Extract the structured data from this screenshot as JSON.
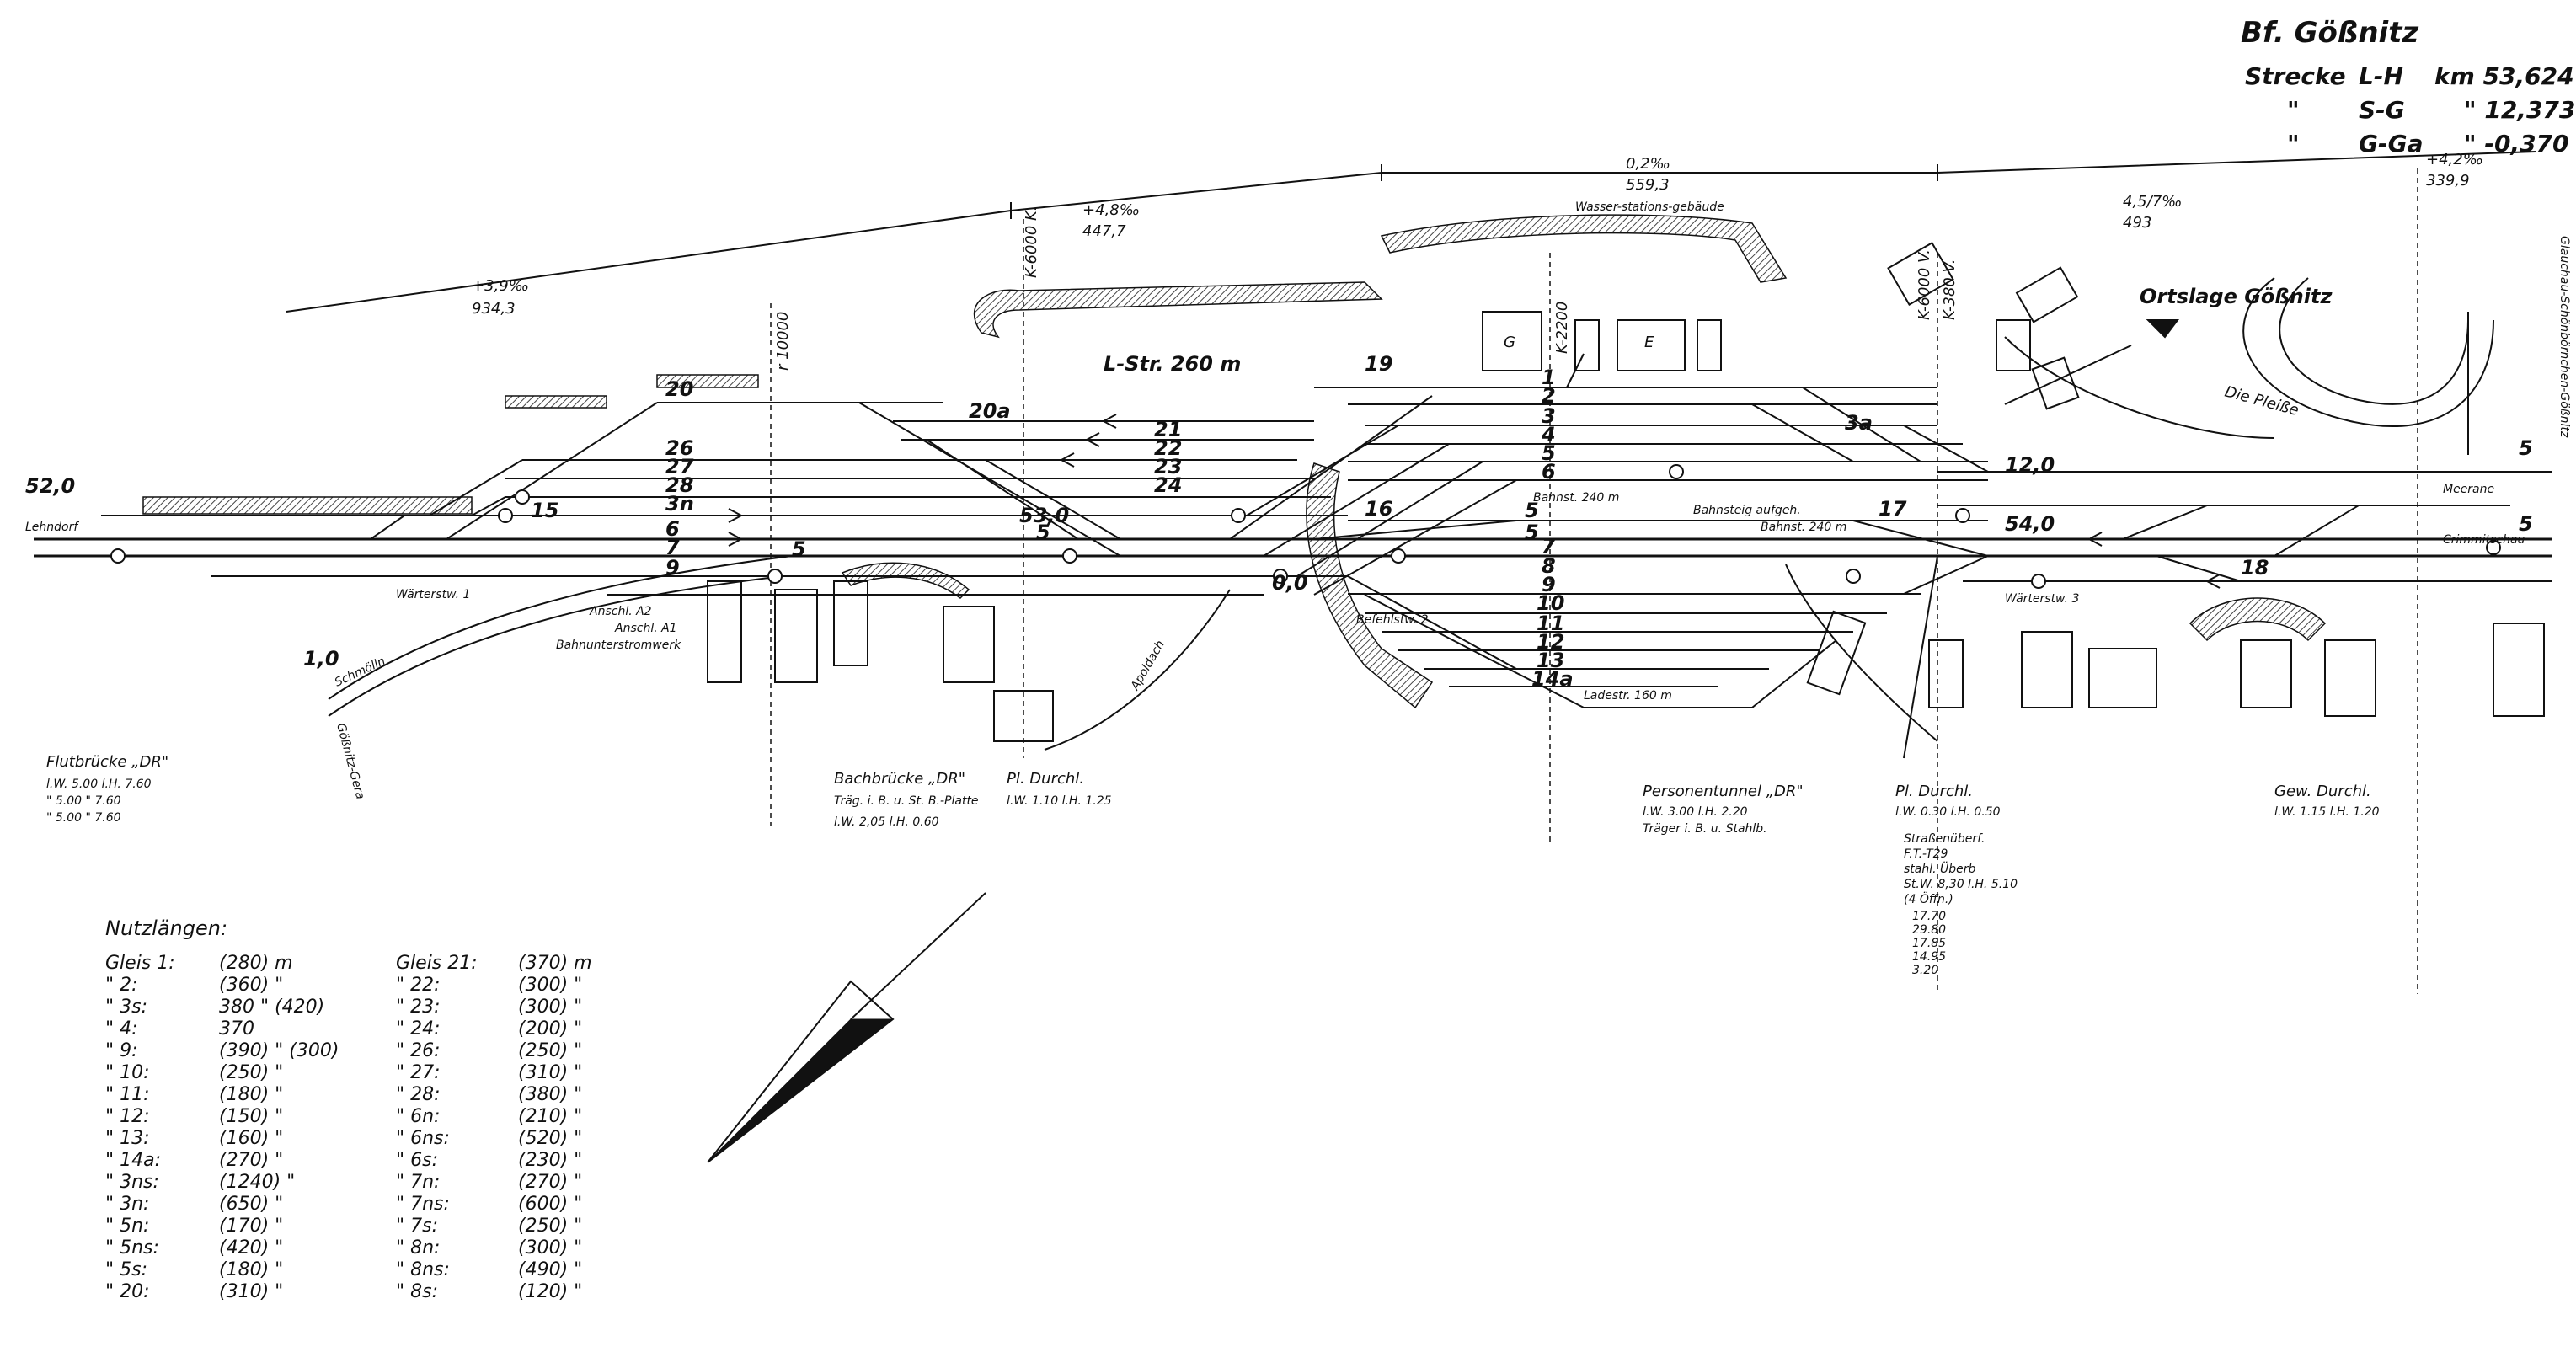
{
  "title": {
    "station": "Bf. Gößnitz",
    "lines": [
      {
        "prefix": "Strecke",
        "route": "L-H",
        "km": "km 53,624"
      },
      {
        "prefix": "\"",
        "route": "S-G",
        "km": "\" 12,373"
      },
      {
        "prefix": "\"",
        "route": "G-Ga",
        "km": "\" -0,370"
      }
    ]
  },
  "km_markers": [
    "52,0",
    "53,0",
    "54,0",
    "0,0",
    "1,0",
    "12,0",
    "5",
    "5",
    "5",
    "5",
    "5"
  ],
  "gradients": [
    {
      "value": "+3,9‰",
      "length": "934,3"
    },
    {
      "value": "+4,8‰",
      "length": "447,7"
    },
    {
      "value": "0,2‰",
      "length": "559,3"
    },
    {
      "value": "4,5/7‰",
      "length": "493"
    },
    {
      "value": "+4,2‰",
      "length": "339,9"
    }
  ],
  "curves": [
    "r 10000",
    "K-6000 K.",
    "K-2200",
    "K-6000 V.",
    "K-380 V."
  ],
  "places": {
    "town": "Ortslage Gößnitz",
    "river": "Die Pleiße",
    "dir_lehndorf": "Lehndorf",
    "dir_gera": "Gößnitz-Gera",
    "dir_crimmitschau": "Crimmitschau",
    "dir_meerane": "Meerane",
    "dir_glauchau": "Glauchau-Schönbörnchen-Gößnitz",
    "schmoelln": "Schmölln",
    "apolda": "Apoldach",
    "wasserstation": "Wasser-stations-gebäude",
    "lstr": "L-Str. 260 m",
    "ladest": "Ladestr. 160 m",
    "stellwerk1": "Wärterstw. 1",
    "stellwerk2": "Befehlstw. 2",
    "stellwerk3": "Wärterstw. 3",
    "bahnwerk": "Bahnunterstromwerk",
    "anschl1": "Anschl. A1",
    "anschl2": "Anschl. A2",
    "bahnsteig1": "Bahnst. 240 m",
    "bahnsteig2": "Bahnsteig aufgeh.",
    "bahnsteig3": "Bahnst. 240 m",
    "building_g": "G",
    "building_e": "E"
  },
  "tracks": [
    {
      "num": "20"
    },
    {
      "num": "26"
    },
    {
      "num": "27"
    },
    {
      "num": "28"
    },
    {
      "num": "3n"
    },
    {
      "num": "6"
    },
    {
      "num": "7"
    },
    {
      "num": "9"
    },
    {
      "num": "21"
    },
    {
      "num": "22"
    },
    {
      "num": "23"
    },
    {
      "num": "24"
    },
    {
      "num": "20a"
    },
    {
      "num": "1"
    },
    {
      "num": "2"
    },
    {
      "num": "3"
    },
    {
      "num": "4"
    },
    {
      "num": "5"
    },
    {
      "num": "6"
    },
    {
      "num": "7"
    },
    {
      "num": "8"
    },
    {
      "num": "9"
    },
    {
      "num": "10"
    },
    {
      "num": "11"
    },
    {
      "num": "12"
    },
    {
      "num": "13"
    },
    {
      "num": "14a"
    },
    {
      "num": "19"
    },
    {
      "num": "3a"
    },
    {
      "num": "17"
    },
    {
      "num": "18"
    },
    {
      "num": "15"
    },
    {
      "num": "16"
    },
    {
      "num": "5"
    }
  ],
  "bridges": [
    {
      "name": "Flutbrücke „DR\"",
      "lines": [
        "l.W. 5.00  l.H. 7.60",
        "\" 5.00  \" 7.60",
        "\" 5.00  \" 7.60"
      ]
    },
    {
      "name": "Bachbrücke „DR\"",
      "lines": [
        "Träg. i. B. u. St. B.-Platte",
        "l.W. 2,05 l.H. 0.60"
      ]
    },
    {
      "name": "Pl. Durchl.",
      "lines": [
        "l.W. 1.10 l.H. 1.25"
      ]
    },
    {
      "name": "Personentunnel „DR\"",
      "lines": [
        "l.W. 3.00 l.H. 2.20",
        "Träger i. B. u. Stahlb."
      ]
    },
    {
      "name": "Pl. Durchl.",
      "lines": [
        "l.W. 0.30 l.H. 0.50"
      ]
    },
    {
      "name": "Gew. Durchl.",
      "lines": [
        "l.W. 1.15 l.H. 1.20"
      ]
    }
  ],
  "strassen": {
    "name": "Straßenüberf.",
    "lines": [
      "F.T.-T29",
      "stahl. Überb",
      "St.W. 8,30 l.H. 5.10",
      "(4 Öffn.)",
      "17.70",
      "29.80",
      "17.85",
      "14.95",
      "3.20"
    ]
  },
  "legend": {
    "heading": "Nutzlängen:",
    "col1": [
      {
        "g": "Gleis 1:",
        "v": "(280) m"
      },
      {
        "g": "\" 2:",
        "v": "(360) \""
      },
      {
        "g": "\" 3s:",
        "v": "380 \" (420)"
      },
      {
        "g": "\" 4:",
        "v": "370"
      },
      {
        "g": "\" 9:",
        "v": "(390) \" (300)"
      },
      {
        "g": "\" 10:",
        "v": "(250) \""
      },
      {
        "g": "\" 11:",
        "v": "(180) \""
      },
      {
        "g": "\" 12:",
        "v": "(150) \""
      },
      {
        "g": "\" 13:",
        "v": "(160) \""
      },
      {
        "g": "\" 14a:",
        "v": "(270) \""
      },
      {
        "g": "\" 3ns:",
        "v": "(1240) \""
      },
      {
        "g": "\" 3n:",
        "v": "(650) \""
      },
      {
        "g": "\" 5n:",
        "v": "(170) \""
      },
      {
        "g": "\" 5ns:",
        "v": "(420) \""
      },
      {
        "g": "\" 5s:",
        "v": "(180) \""
      },
      {
        "g": "\" 20:",
        "v": "(310) \""
      }
    ],
    "col2": [
      {
        "g": "Gleis 21:",
        "v": "(370) m"
      },
      {
        "g": "\" 22:",
        "v": "(300) \""
      },
      {
        "g": "\" 23:",
        "v": "(300) \""
      },
      {
        "g": "\" 24:",
        "v": "(200) \""
      },
      {
        "g": "\" 26:",
        "v": "(250) \""
      },
      {
        "g": "\" 27:",
        "v": "(310) \""
      },
      {
        "g": "\" 28:",
        "v": "(380) \""
      },
      {
        "g": "\" 6n:",
        "v": "(210) \""
      },
      {
        "g": "\" 6ns:",
        "v": "(520) \""
      },
      {
        "g": "\" 6s:",
        "v": "(230) \""
      },
      {
        "g": "\" 7n:",
        "v": "(270) \""
      },
      {
        "g": "\" 7ns:",
        "v": "(600) \""
      },
      {
        "g": "\" 7s:",
        "v": "(250) \""
      },
      {
        "g": "\" 8n:",
        "v": "(300) \""
      },
      {
        "g": "\" 8ns:",
        "v": "(490) \""
      },
      {
        "g": "\" 8s:",
        "v": "(120) \""
      }
    ]
  },
  "colors": {
    "ink": "#111111",
    "paper": "#ffffff",
    "hatch": "#444444"
  }
}
